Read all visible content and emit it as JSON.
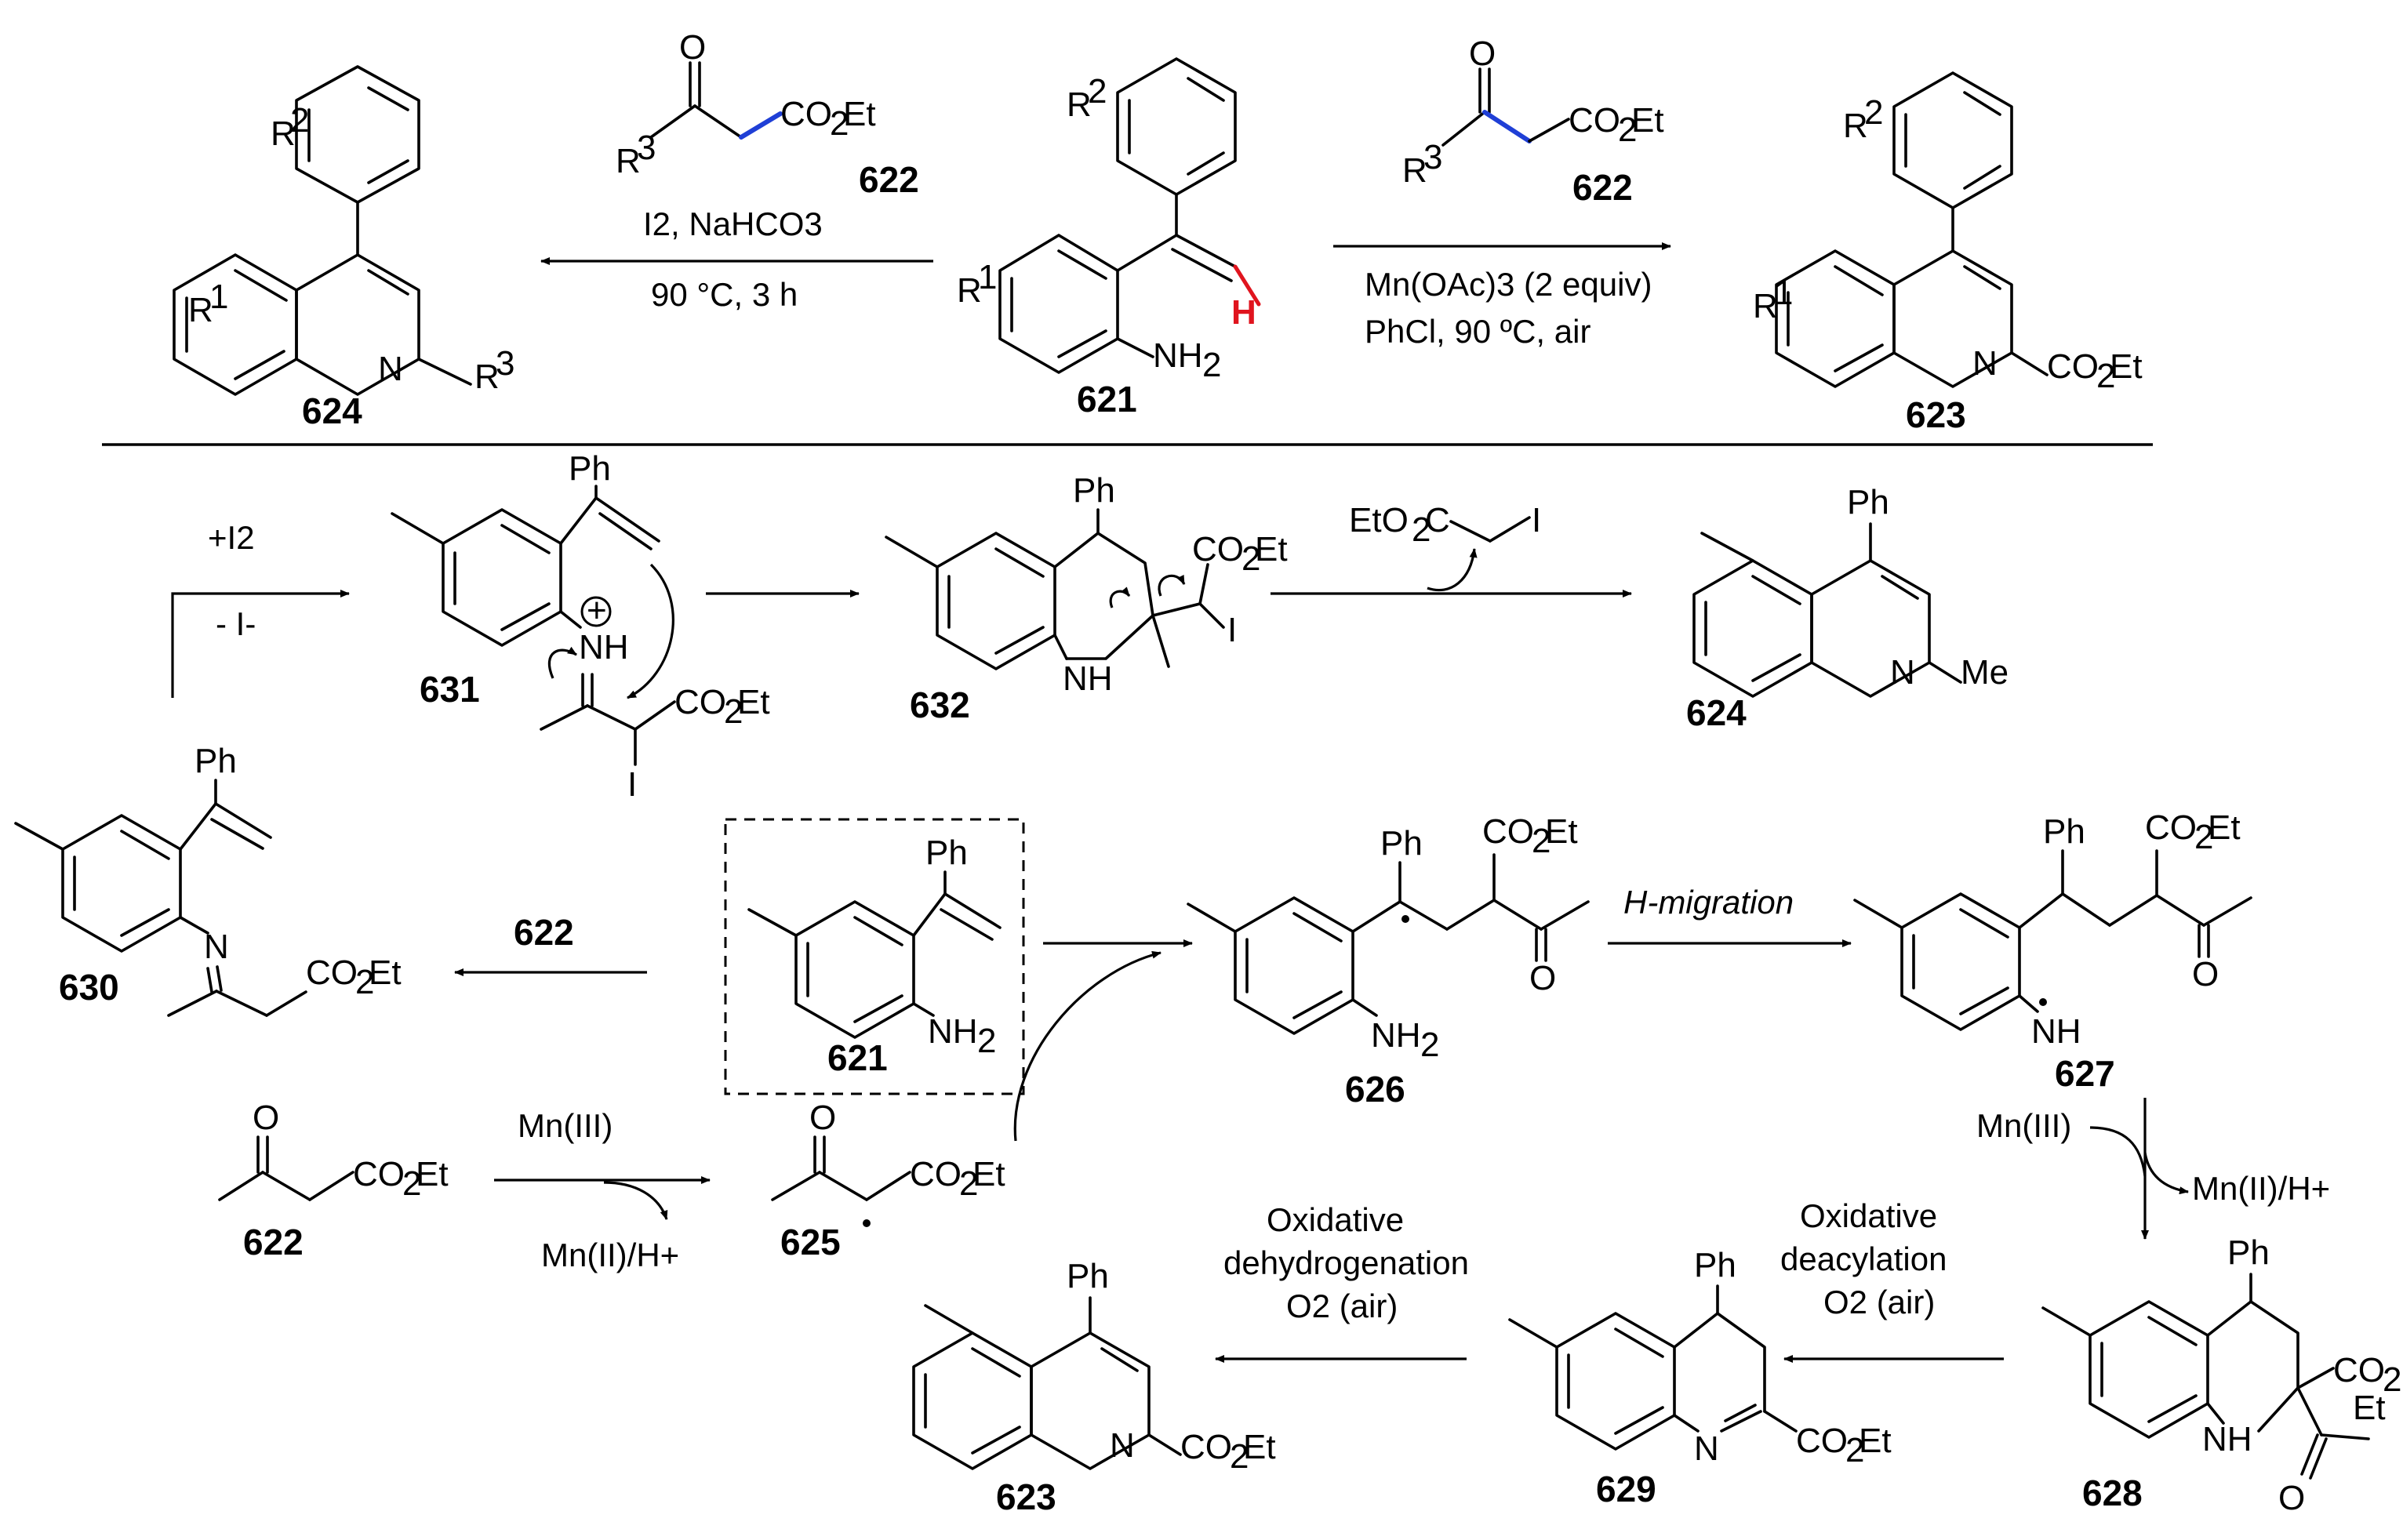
{
  "colors": {
    "highlight_bond": "#1f3fd6",
    "highlight_h": "#e0141e",
    "ink": "#000000"
  },
  "top": {
    "left_reagent_label": "622",
    "left_conditions_1": "I2, NaHCO3",
    "left_conditions_2": "90 °C, 3 h",
    "right_reagent_label": "622",
    "right_conditions_1": "Mn(OAc)3 (2 equiv)",
    "right_conditions_2": "PhCl, 90 ºC, air",
    "compound_624": "624",
    "compound_621": "621",
    "compound_623": "623"
  },
  "iodine_path": {
    "plus_i2": "+I2",
    "minus_i": "- I-",
    "compound_631": "631",
    "compound_632": "632",
    "compound_624": "624",
    "leaving_group": "EtO2C     I"
  },
  "mn_path": {
    "compound_630": "630",
    "arrow_622": "622",
    "compound_621": "621",
    "compound_626": "626",
    "h_migration": "H-migration",
    "compound_627": "627",
    "mn3_left": "Mn(III)",
    "mn2_left": "Mn(II)/H+",
    "compound_622": "622",
    "compound_625": "625",
    "mn3_right": "Mn(III)",
    "mn2_right": "Mn(II)/H+",
    "compound_628": "628",
    "deacylation_1": "Oxidative",
    "deacylation_2": "deacylation",
    "deacylation_3": "O2 (air)",
    "compound_629": "629",
    "dehydro_1": "Oxidative",
    "dehydro_2": "dehydrogenation",
    "dehydro_3": "O2 (air)",
    "compound_623": "623"
  }
}
